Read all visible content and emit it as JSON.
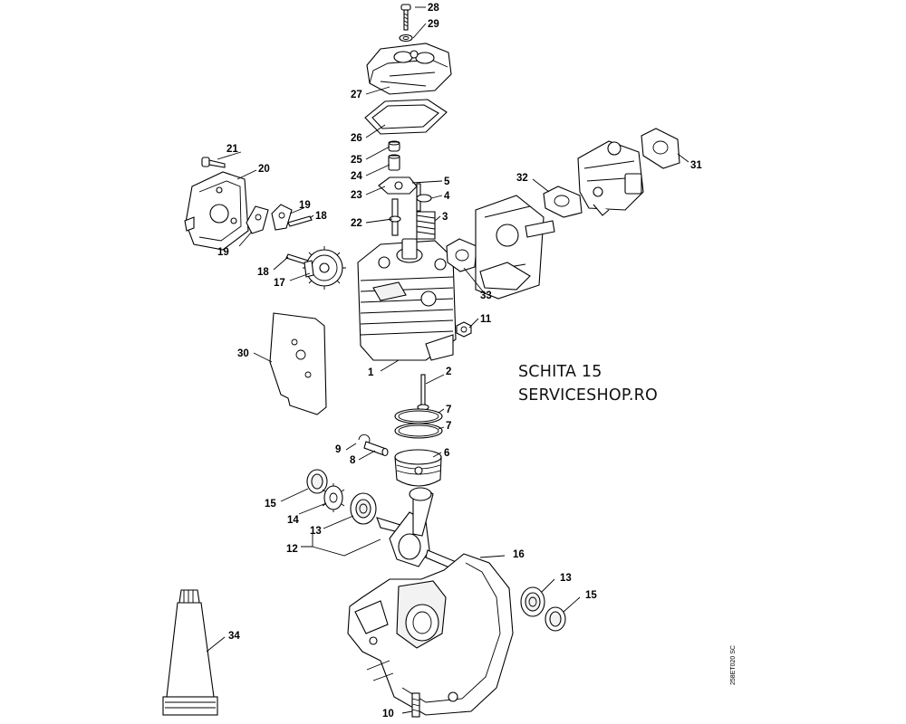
{
  "watermark": {
    "line1": "SCHITA 15",
    "line2": "SERVICESHOP.RO"
  },
  "doc_code": "258ET020 SC",
  "callouts": {
    "c1": "1",
    "c2": "2",
    "c3": "3",
    "c4": "4",
    "c5": "5",
    "c6": "6",
    "c7a": "7",
    "c7b": "7",
    "c8": "8",
    "c9": "9",
    "c10": "10",
    "c11": "11",
    "c12": "12",
    "c13a": "13",
    "c13b": "13",
    "c14": "14",
    "c15a": "15",
    "c15b": "15",
    "c16": "16",
    "c17": "17",
    "c18a": "18",
    "c18b": "18",
    "c19a": "19",
    "c19b": "19",
    "c20": "20",
    "c21": "21",
    "c22": "22",
    "c23": "23",
    "c24": "24",
    "c25": "25",
    "c26": "26",
    "c27": "27",
    "c28": "28",
    "c29": "29",
    "c30": "30",
    "c31": "31",
    "c32": "32",
    "c33": "33",
    "c34": "34"
  }
}
